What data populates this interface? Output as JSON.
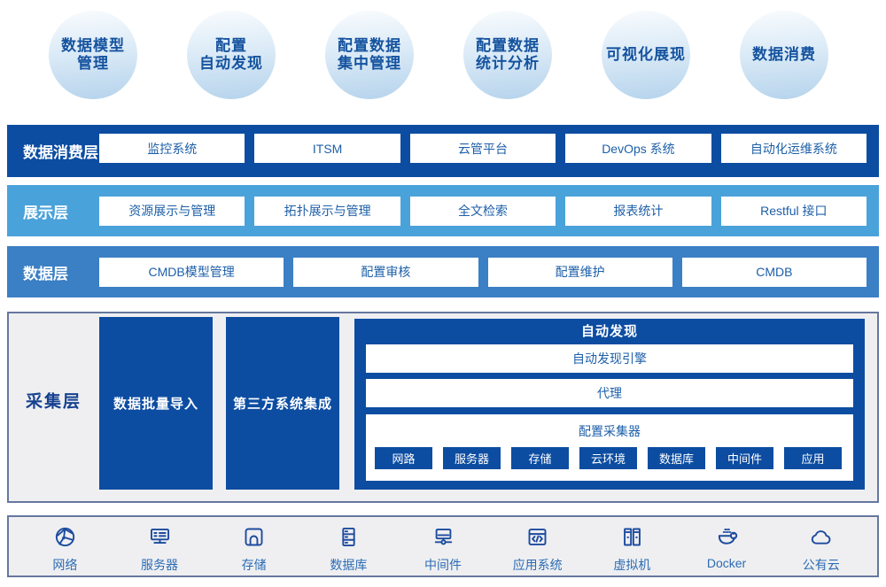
{
  "bubbles": [
    {
      "lines": [
        "数据模型",
        "管理"
      ]
    },
    {
      "lines": [
        "配置",
        "自动发现"
      ]
    },
    {
      "lines": [
        "配置数据",
        "集中管理"
      ]
    },
    {
      "lines": [
        "配置数据",
        "统计分析"
      ]
    },
    {
      "lines": [
        "可视化展现"
      ]
    },
    {
      "lines": [
        "数据消费"
      ]
    }
  ],
  "layers": {
    "consume": {
      "label": "数据消费层",
      "items": [
        "监控系统",
        "ITSM",
        "云管平台",
        "DevOps 系统",
        "自动化运维系统"
      ]
    },
    "display": {
      "label": "展示层",
      "items": [
        "资源展示与管理",
        "拓扑展示与管理",
        "全文检索",
        "报表统计",
        "Restful 接口"
      ]
    },
    "data": {
      "label": "数据层",
      "items": [
        "CMDB模型管理",
        "配置审核",
        "配置维护",
        "CMDB"
      ]
    },
    "collect": {
      "label": "采集层",
      "blocks": [
        "数据批量导入",
        "第三方系统集成"
      ],
      "auto_discovery": {
        "title": "自动发现",
        "rows": [
          "自动发现引擎",
          "代理"
        ],
        "collector": {
          "label": "配置采集器",
          "items": [
            "网路",
            "服务器",
            "存储",
            "云环境",
            "数据库",
            "中间件",
            "应用"
          ]
        }
      }
    }
  },
  "infrastructure": [
    {
      "icon": "network-icon",
      "label": "网络"
    },
    {
      "icon": "server-icon",
      "label": "服务器"
    },
    {
      "icon": "storage-icon",
      "label": "存储"
    },
    {
      "icon": "database-icon",
      "label": "数据库"
    },
    {
      "icon": "middleware-icon",
      "label": "中间件"
    },
    {
      "icon": "app-system-icon",
      "label": "应用系统"
    },
    {
      "icon": "vm-icon",
      "label": "虚拟机"
    },
    {
      "icon": "docker-icon",
      "label": "Docker"
    },
    {
      "icon": "cloud-icon",
      "label": "公有云"
    }
  ],
  "colors": {
    "primary": "#0c4da2",
    "display_layer": "#4aa2da",
    "data_layer": "#3b7fc4",
    "box_text": "#1d5fa8",
    "panel_border": "#66779e",
    "panel_bg": "#efeff1",
    "icon": "#1c4b9e"
  }
}
